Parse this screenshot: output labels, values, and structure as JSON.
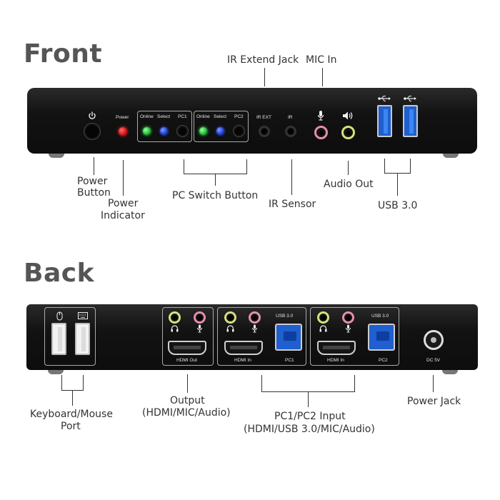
{
  "front": {
    "title": "Front",
    "panel_labels": {
      "power": "Power",
      "online_1": "Online",
      "select_1": "Select",
      "pc1": "PC1",
      "online_2": "Online",
      "select_2": "Select",
      "pc2": "PC2",
      "ir_ext": "IR EXT",
      "ir": "IR"
    },
    "callouts": {
      "ir_extend_jack": "IR Extend Jack",
      "mic_in": "MIC In",
      "power_button": [
        "Power",
        "Button"
      ],
      "power_indicator": [
        "Power",
        "Indicator"
      ],
      "pc_switch_button": "PC Switch Button",
      "ir_sensor": "IR Sensor",
      "audio_out": "Audio Out",
      "usb_30": "USB 3.0"
    },
    "icons": [
      "power-icon",
      "mic-icon",
      "speaker-icon",
      "usb-icon"
    ]
  },
  "back": {
    "title": "Back",
    "panel_labels": {
      "hdmi_out": "HDMI Out",
      "usb30_1": "USB 3.0",
      "hdmi_in_1": "HDMI In",
      "pc1": "PC1",
      "usb30_2": "USB 3.0",
      "hdmi_in_2": "HDMI In",
      "pc2": "PC2",
      "dc5v": "DC 5V"
    },
    "callouts": {
      "keyboard_mouse_port": [
        "Keyboard/Mouse",
        "Port"
      ],
      "output": [
        "Output",
        "(HDMI/MIC/Audio)"
      ],
      "pc_input": [
        "PC1/PC2 Input",
        "(HDMI/USB 3.0/MIC/Audio)"
      ],
      "power_jack": "Power Jack"
    },
    "icons": [
      "mouse-icon",
      "keyboard-icon",
      "headphone-icon",
      "mic-icon"
    ]
  },
  "colors": {
    "device_body": "#111111",
    "led_red": "#d01515",
    "led_green": "#1fbf3a",
    "led_blue": "#1e3fd8",
    "jack_pink": "#e58fa6",
    "jack_green": "#d8e07a",
    "usb_blue": "#1f5fd0"
  }
}
